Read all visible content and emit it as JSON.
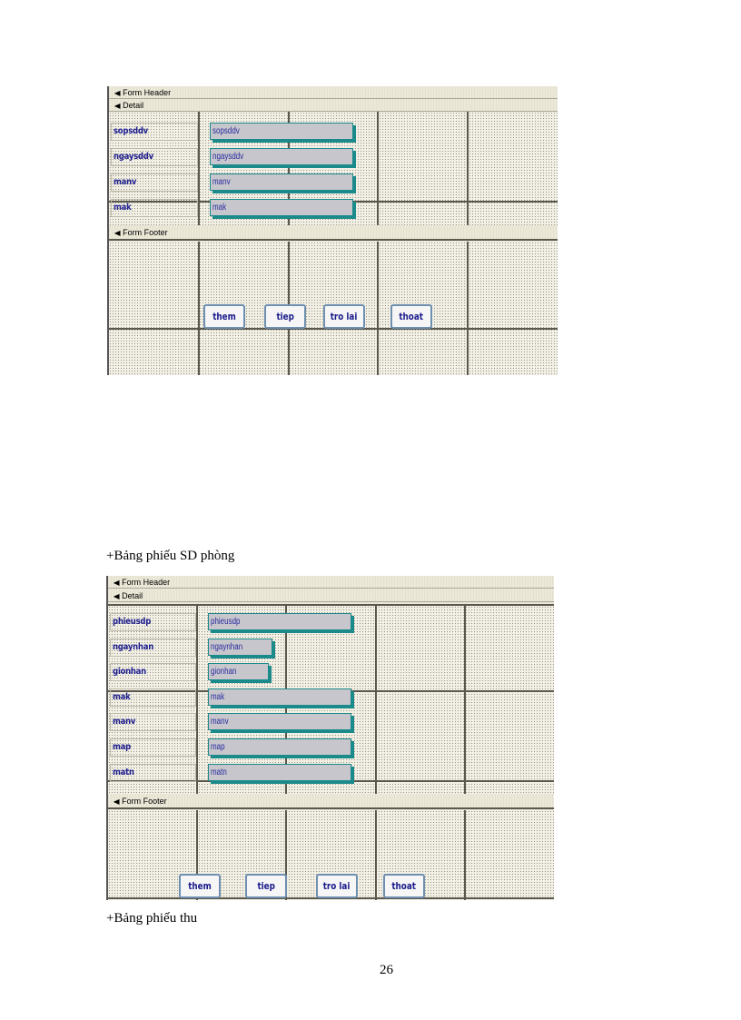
{
  "form1": {
    "sections": {
      "header": "Form Header",
      "detail": "Detail",
      "footer": "Form Footer"
    },
    "fields": [
      {
        "label": "sopsddv",
        "control": "sopsddv"
      },
      {
        "label": "ngaysddv",
        "control": "ngaysddv"
      },
      {
        "label": "manv",
        "control": "manv"
      },
      {
        "label": "mak",
        "control": "mak"
      }
    ],
    "buttons": [
      "them",
      "tiep",
      "tro lai",
      "thoat"
    ]
  },
  "caption1": "+Bảng  phiếu SD phòng",
  "form2": {
    "sections": {
      "header": "Form Header",
      "detail": "Detail",
      "footer": "Form Footer"
    },
    "fields": [
      {
        "label": "phieusdp",
        "control": "phieusdp"
      },
      {
        "label": "ngaynhan",
        "control": "ngaynhan"
      },
      {
        "label": "gionhan",
        "control": "gionhan"
      },
      {
        "label": "mak",
        "control": "mak"
      },
      {
        "label": "manv",
        "control": "manv"
      },
      {
        "label": "map",
        "control": "map"
      },
      {
        "label": "matn",
        "control": "matn"
      }
    ],
    "buttons": [
      "them",
      "tiep",
      "tro lai",
      "thoat"
    ]
  },
  "caption2": "+Bảng phiếu thu",
  "page_number": "26",
  "colors": {
    "label_text": "#1f1f8f",
    "textbox_fill": "#c6c6cc",
    "textbox_shadow": "#1a8a8a",
    "button_border": "#6f8fb0",
    "grid_background": "#f3f1e6"
  }
}
